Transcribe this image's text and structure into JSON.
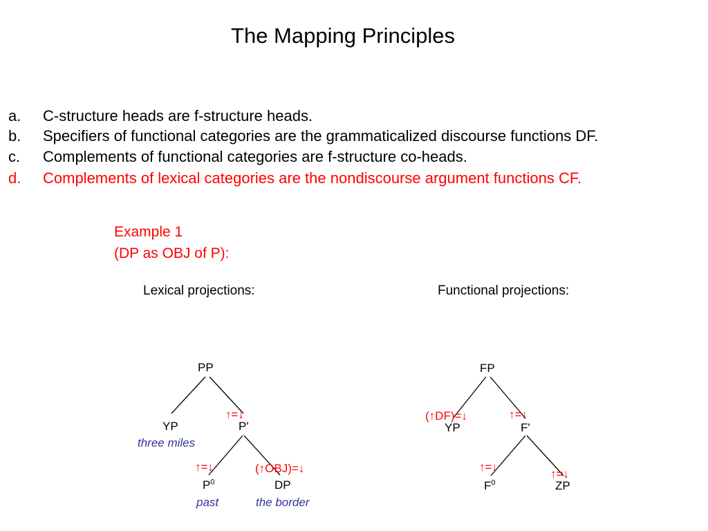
{
  "title": "The Mapping Principles",
  "principles": [
    {
      "marker": "a.",
      "text": "C-structure heads are f-structure heads."
    },
    {
      "marker": "b.",
      "text": "Specifiers of functional categories are the grammaticalized discourse functions DF."
    },
    {
      "marker": "c.",
      "text": "Complements of functional categories are f-structure co-heads."
    },
    {
      "marker": "d.",
      "text": "Complements of lexical categories are the nondiscourse argument functions CF."
    }
  ],
  "example": {
    "line1": "Example 1",
    "line2": "(DP as OBJ of P):"
  },
  "lexical": {
    "heading": "Lexical projections:",
    "root": "PP",
    "spec": "YP",
    "spec_gloss": "three miles",
    "bar": "P'",
    "bar_anno": "↑=↓",
    "head": "P",
    "head_sup": "0",
    "head_anno": "↑=↓",
    "head_gloss": "past",
    "comp": "DP",
    "comp_anno": "(↑OBJ)=↓",
    "comp_gloss": "the border"
  },
  "functional": {
    "heading": "Functional projections:",
    "root": "FP",
    "spec": "YP",
    "spec_anno": "(↑DF)=↓",
    "bar": "F'",
    "bar_anno": "↑=↓",
    "head": "F",
    "head_sup": "0",
    "head_anno": "↑=↓",
    "comp": "ZP",
    "comp_anno": "↑=↓"
  },
  "colors": {
    "highlight": "#ff0000",
    "gloss": "#333399",
    "text": "#000000"
  }
}
